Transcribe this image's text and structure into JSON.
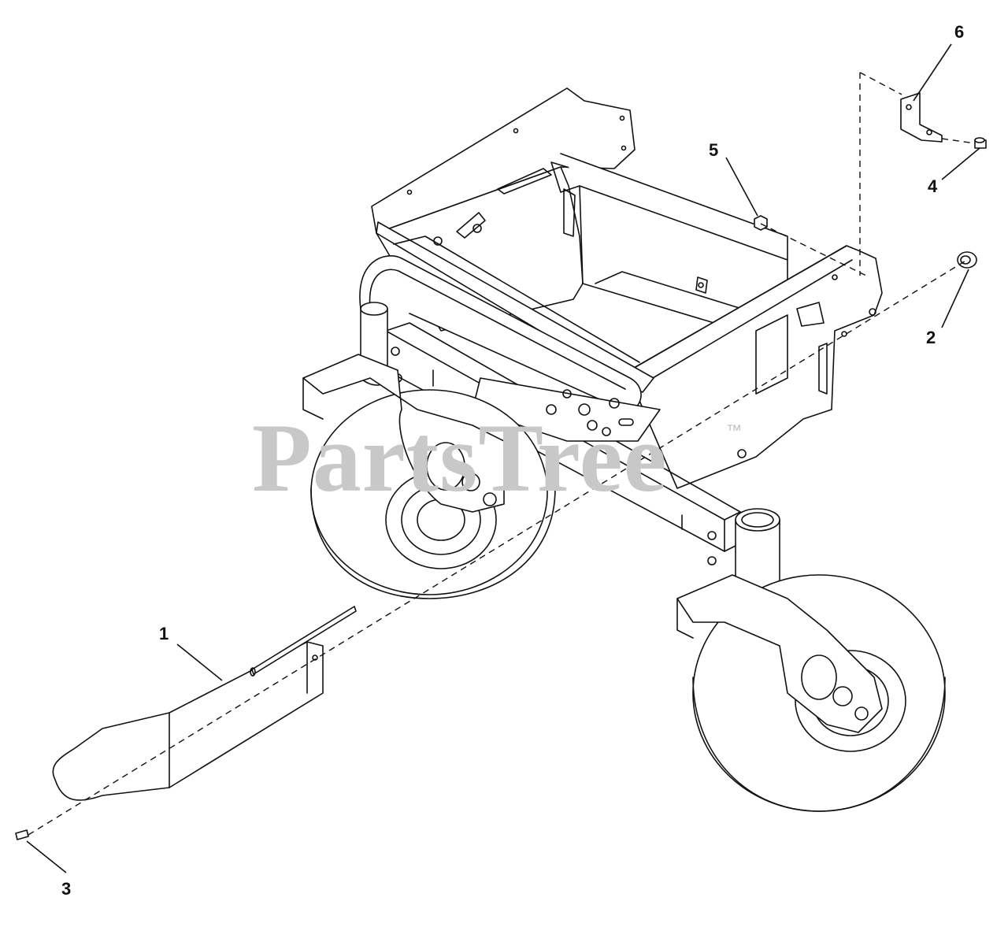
{
  "watermark": {
    "text": "PartsTree",
    "mark": "™"
  },
  "callouts": [
    {
      "id": "1",
      "label": "1"
    },
    {
      "id": "2",
      "label": "2"
    },
    {
      "id": "3",
      "label": "3"
    },
    {
      "id": "4",
      "label": "4"
    },
    {
      "id": "5",
      "label": "5"
    },
    {
      "id": "6",
      "label": "6"
    }
  ],
  "colors": {
    "line": "#111111",
    "fill": "#ffffff",
    "watermark": "#c8c8c8"
  }
}
